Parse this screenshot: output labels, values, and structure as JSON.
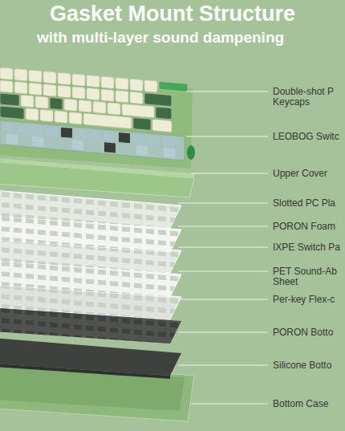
{
  "diagram": {
    "title": "Gasket Mount Structure",
    "labels": [
      "with multi-layer sound dampening",
      "Double-shot P",
      "Keycaps",
      "LEOBOG Switc",
      "Upper Cover",
      "Slotted PC Pla",
      "PORON Foam",
      "IXPE Switch Pa",
      "PET Sound-Ab",
      "Sheet",
      "Per-key Flex-c",
      "PORON Botto",
      "Silicone Botto",
      "Bottom Case"
    ]
  }
}
